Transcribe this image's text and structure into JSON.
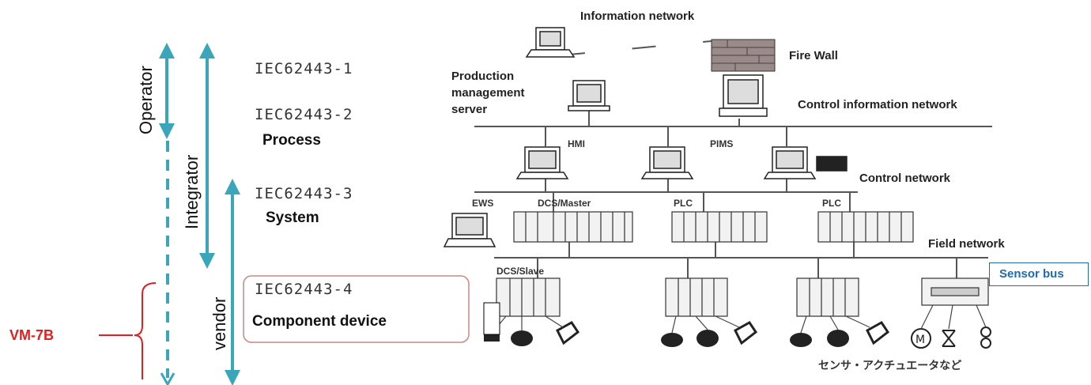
{
  "roles": {
    "operator": "Operator",
    "integrator": "Integrator",
    "vendor": "vendor"
  },
  "standards": {
    "part1": "IEC62443-1",
    "part2": "IEC62443-2",
    "part3": "IEC62443-3",
    "part4": "IEC62443-4"
  },
  "levels": {
    "process": "Process",
    "system": "System",
    "component": "Component device"
  },
  "callout": "VM-7B",
  "networks": {
    "information": "Information network",
    "firewall": "Fire Wall",
    "production_server": [
      "Production",
      "management",
      "server"
    ],
    "control_information": "Control information network",
    "control": "Control network",
    "field": "Field network",
    "sensor_bus": "Sensor bus"
  },
  "equipment": {
    "hmi": "HMI",
    "pims": "PIMS",
    "ews": "EWS",
    "dcs_master": "DCS/Master",
    "plc_1": "PLC",
    "plc_2": "PLC",
    "dcs_slave": "DCS/Slave",
    "field_devices_jp": "センサ・アクチュエータなど"
  },
  "colors": {
    "arrow_teal": "#3aa6b9",
    "highlight_box": "#c98888",
    "callout_red": "#e02020",
    "sensor_bus_blue": "#1f6ab5"
  }
}
